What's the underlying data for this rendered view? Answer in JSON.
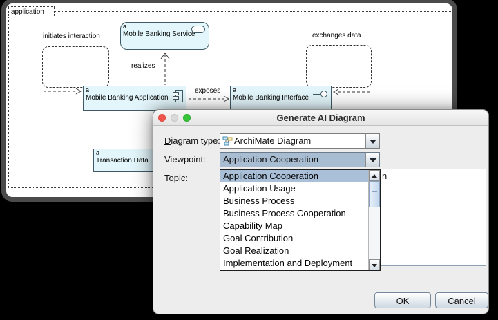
{
  "diagram": {
    "group_label": "application",
    "nodes": {
      "service": {
        "badge": "a",
        "label": "Mobile Banking Service"
      },
      "application": {
        "badge": "a",
        "label": "Mobile Banking Application"
      },
      "interface": {
        "badge": "a",
        "label": "Mobile Banking Interface"
      },
      "transaction": {
        "badge": "a",
        "label": "Transaction Data"
      }
    },
    "connector_labels": {
      "initiates": "initiates interaction",
      "exchanges": "exchanges data",
      "realizes": "realizes",
      "exposes": "exposes"
    }
  },
  "dialog": {
    "title": "Generate AI Diagram",
    "diagram_type_label": "Diagram type:",
    "diagram_type_value": "ArchiMate Diagram",
    "viewpoint_label": "Viewpoint:",
    "viewpoint_value": "Application Cooperation",
    "topic_label": "Topic:",
    "topic_visible_fragment": "n",
    "dropdown_items": [
      "Application Cooperation",
      "Application Usage",
      "Business Process",
      "Business Process Cooperation",
      "Capability Map",
      "Goal Contribution",
      "Goal Realization",
      "Implementation and Deployment"
    ],
    "selected_item": "Application Cooperation",
    "ok_label": "OK",
    "cancel_label": "Cancel"
  },
  "colors": {
    "node_fill": "#e3f6fb",
    "node_border": "#3f5a66",
    "combo_selection": "#a9bdd2",
    "list_selection": "#a9c0d8",
    "traffic_red": "#f1564c",
    "traffic_gray": "#d9d9d9",
    "traffic_green": "#38c438"
  }
}
